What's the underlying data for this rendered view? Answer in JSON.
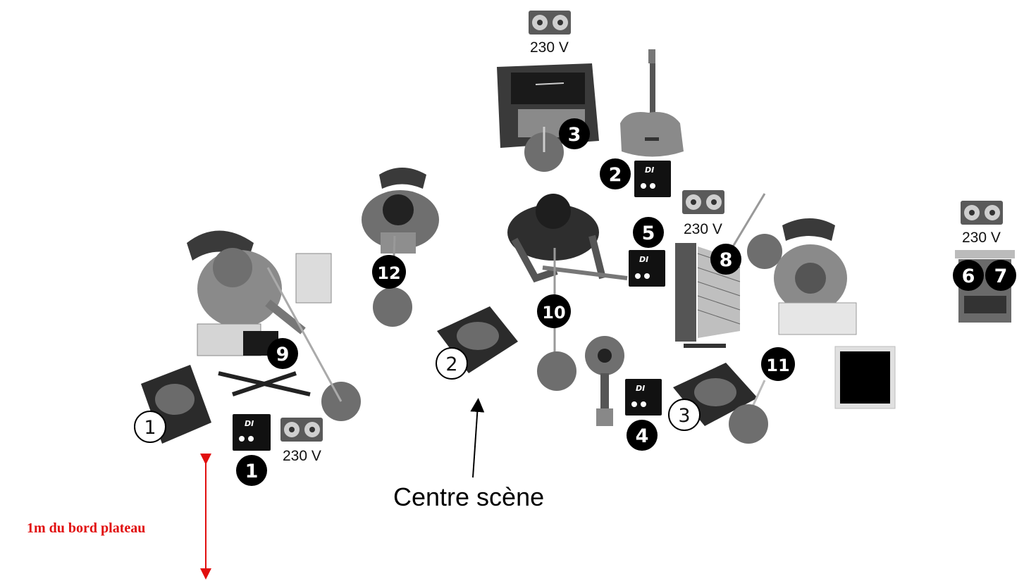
{
  "diagram": {
    "outlets": [
      {
        "id": "outlet-top",
        "label": "230 V"
      },
      {
        "id": "outlet-center",
        "label": "230 V"
      },
      {
        "id": "outlet-right",
        "label": "230 V"
      },
      {
        "id": "outlet-bottom",
        "label": "230 V"
      }
    ],
    "channels": {
      "ch1": "1",
      "ch2": "2",
      "ch3": "3",
      "ch4": "4",
      "ch5": "5",
      "ch6": "6",
      "ch7": "7",
      "ch8": "8",
      "ch9": "9",
      "ch10": "10",
      "ch11": "11",
      "ch12": "12"
    },
    "monitors": {
      "m1": "1",
      "m2": "2",
      "m3": "3"
    },
    "di_label": "DI",
    "annotations": {
      "centre_scene": "Centre scène",
      "edge_distance": "1m du bord plateau"
    },
    "colors": {
      "edge_arrow": "#e10f0f",
      "badge": "#000000"
    }
  }
}
